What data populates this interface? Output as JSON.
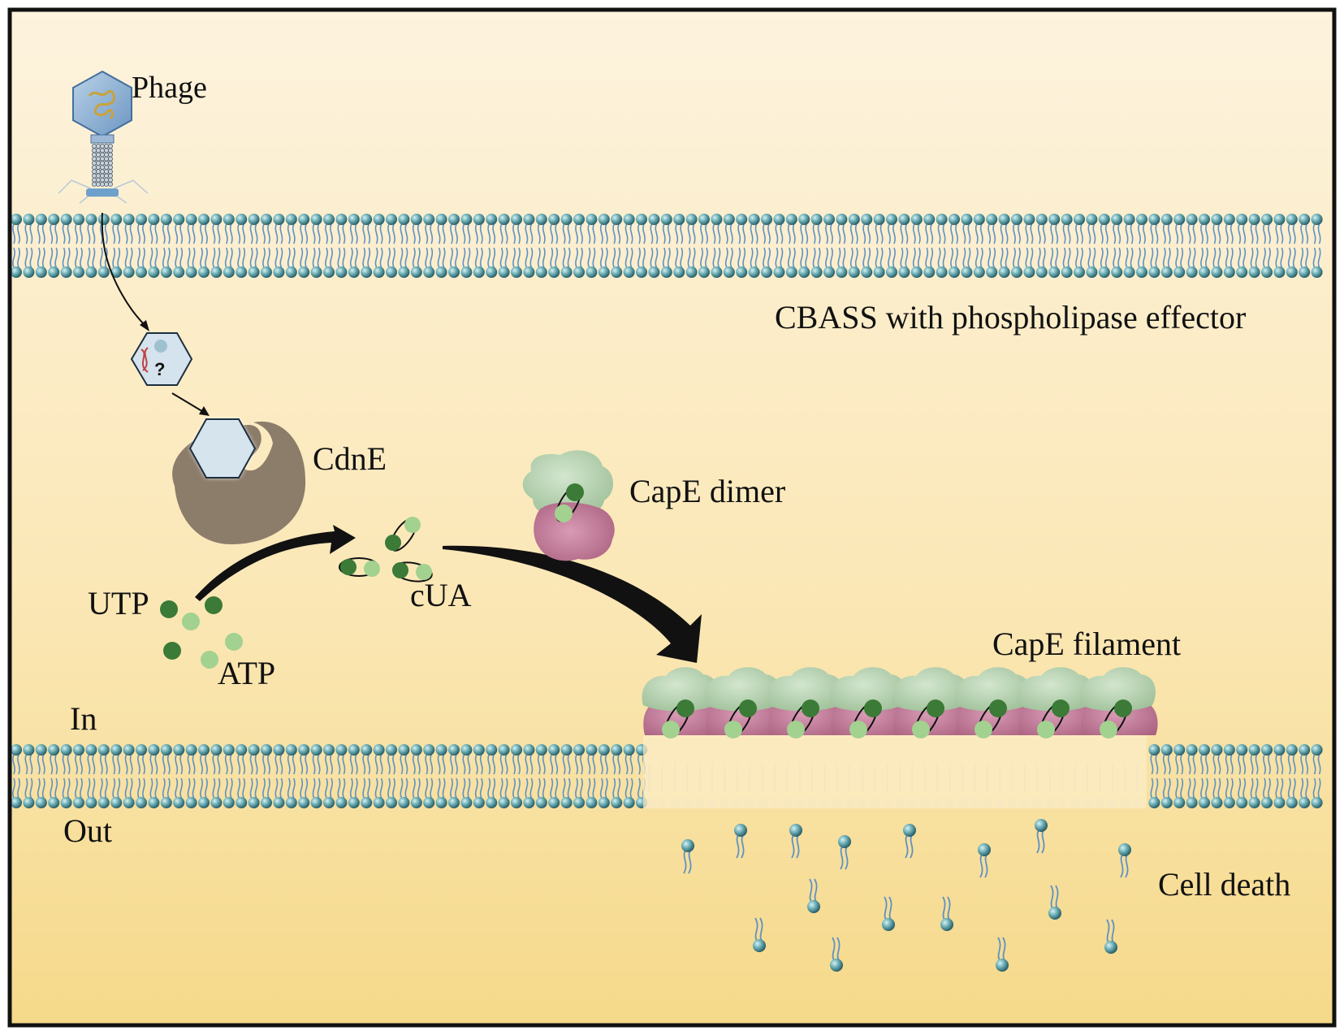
{
  "labels": {
    "phage": "Phage",
    "system": "CBASS with phospholipase effector",
    "cdne": "CdnE",
    "cape_dimer": "CapE dimer",
    "utp": "UTP",
    "atp": "ATP",
    "cua": "cUA",
    "cape_filament": "CapE filament",
    "inside": "In",
    "outside": "Out",
    "cell_death": "Cell death",
    "question_mark": "?"
  },
  "colors": {
    "background_top": "#fdf2dc",
    "background_bottom": "#f6dc8e",
    "lipid_head": "#2f6f78",
    "lipid_tail": "#5a8fc0",
    "nucleotide_dark": "#3a7a36",
    "nucleotide_light": "#9ccf8c",
    "enzyme": "#8a7a6a",
    "cape_top": "#b9d3b4",
    "cape_bottom": "#c27a98",
    "frame": "#111111"
  }
}
